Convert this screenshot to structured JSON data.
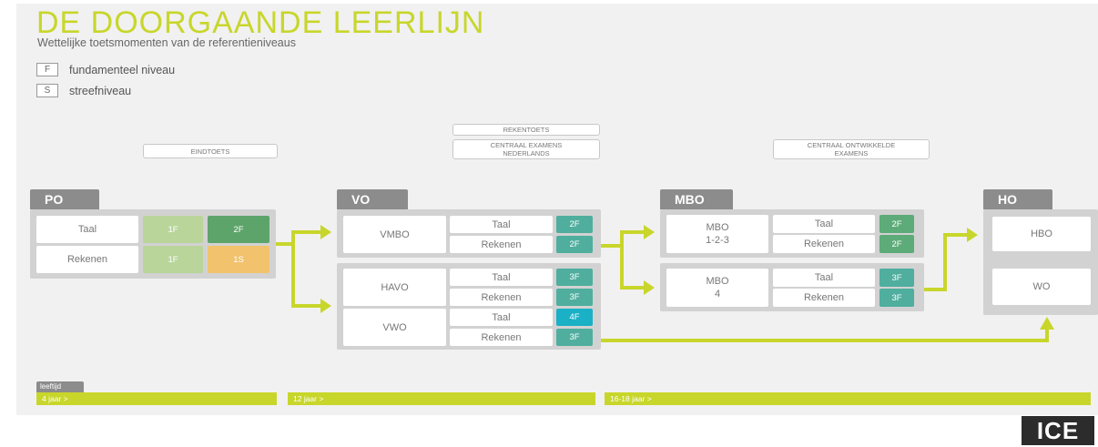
{
  "title": "DE DOORGAANDE LEERLIJN",
  "subtitle": "Wettelijke toetsmomenten van de referentieniveaus",
  "legend": [
    {
      "key": "F",
      "label": "fundamenteel niveau"
    },
    {
      "key": "S",
      "label": "streefniveau"
    }
  ],
  "exams": {
    "eindtoets": "EINDTOETS",
    "rekentoets": "REKENTOETS",
    "centraal_examens": [
      "CENTRAAL EXAMENS",
      "NEDERLANDS"
    ],
    "centraal_ontwikkelde": [
      "CENTRAAL ONTWIKKELDE",
      "EXAMENS"
    ]
  },
  "stages": {
    "po": {
      "label": "PO",
      "rows": [
        {
          "subject": "Taal",
          "level_f": "1F",
          "level_s": "2F"
        },
        {
          "subject": "Rekenen",
          "level_f": "1F",
          "level_s": "1S"
        }
      ]
    },
    "vo": {
      "label": "VO",
      "vmbo": {
        "name": "VMBO",
        "rows": [
          {
            "subject": "Taal",
            "level": "2F"
          },
          {
            "subject": "Rekenen",
            "level": "2F"
          }
        ]
      },
      "havo": {
        "name": "HAVO",
        "rows": [
          {
            "subject": "Taal",
            "level": "3F"
          },
          {
            "subject": "Rekenen",
            "level": "3F"
          }
        ]
      },
      "vwo": {
        "name": "VWO",
        "rows": [
          {
            "subject": "Taal",
            "level": "4F"
          },
          {
            "subject": "Rekenen",
            "level": "3F"
          }
        ]
      }
    },
    "mbo": {
      "label": "MBO",
      "mbo123": {
        "name_line1": "MBO",
        "name_line2": "1-2-3",
        "rows": [
          {
            "subject": "Taal",
            "level": "2F"
          },
          {
            "subject": "Rekenen",
            "level": "2F"
          }
        ]
      },
      "mbo4": {
        "name_line1": "MBO",
        "name_line2": "4",
        "rows": [
          {
            "subject": "Taal",
            "level": "3F"
          },
          {
            "subject": "Rekenen",
            "level": "3F"
          }
        ]
      }
    },
    "ho": {
      "label": "HO",
      "items": [
        "HBO",
        "WO"
      ]
    }
  },
  "age": {
    "tab": "leeftijd",
    "bars": [
      "4 jaar >",
      "12 jaar >",
      "16-18 jaar >"
    ]
  },
  "logo": "ICE",
  "colors": {
    "accent_lime": "#c8d62b",
    "light_green": "#b9d59a",
    "green": "#5da46a",
    "orange": "#f2c36c",
    "teal": "#4fae9e",
    "blue": "#1ab0c6",
    "gray_tab": "#8c8c8c"
  }
}
